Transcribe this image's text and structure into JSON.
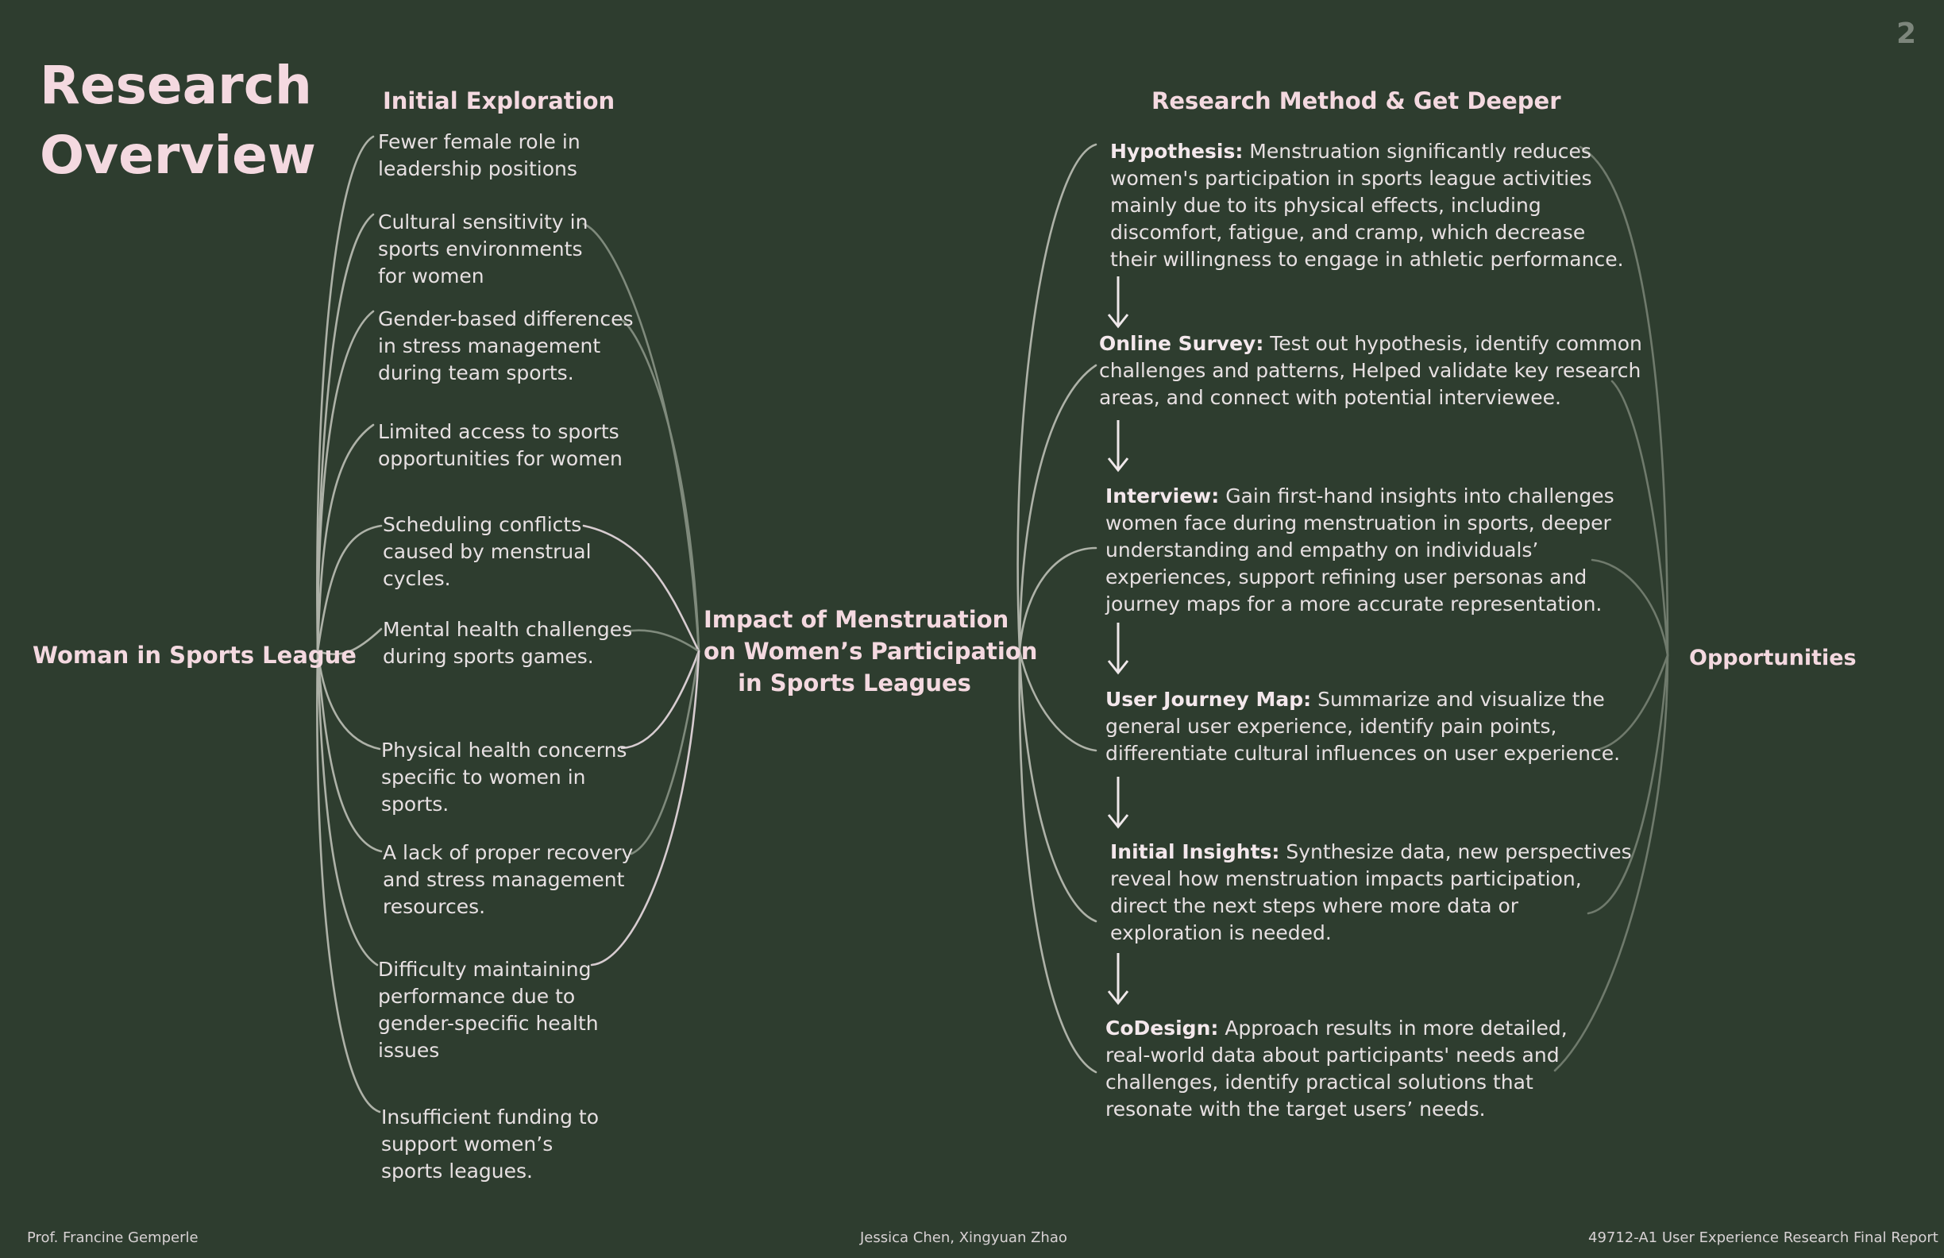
{
  "page_number": "2",
  "title_lines": [
    "Research",
    "Overview"
  ],
  "left_hub": "Woman in Sports League",
  "initial_exploration": {
    "heading": "Initial Exploration",
    "items": [
      {
        "lines": [
          "Fewer female role in",
          "leadership positions"
        ]
      },
      {
        "lines": [
          "Cultural sensitivity in",
          "sports environments",
          "for women"
        ]
      },
      {
        "lines": [
          "Gender-based differences",
          "in stress management",
          "during team sports."
        ]
      },
      {
        "lines": [
          "Limited access to sports",
          "opportunities for women"
        ]
      },
      {
        "lines": [
          "Scheduling conflicts",
          "caused by menstrual",
          "cycles."
        ]
      },
      {
        "lines": [
          "Mental health challenges",
          "during sports games."
        ]
      },
      {
        "lines": [
          "Physical health concerns",
          "specific to women in",
          "sports."
        ]
      },
      {
        "lines": [
          "A lack of proper recovery",
          "and stress management",
          "resources."
        ]
      },
      {
        "lines": [
          "Difficulty maintaining",
          "performance due to",
          "gender-specific health",
          "issues"
        ]
      },
      {
        "lines": [
          "Insufficient funding to",
          "support women’s",
          "sports leagues."
        ]
      }
    ]
  },
  "center_hub": [
    "Impact of Menstruation",
    "on Women’s Participation",
    "in Sports Leagues"
  ],
  "research_method": {
    "heading": "Research Method  & Get Deeper",
    "steps": [
      {
        "label": "Hypothesis:",
        "lines": [
          " Menstruation significantly reduces",
          "women's participation in sports league activities",
          "mainly due to its physical effects, including",
          "discomfort, fatigue, and cramp, which decrease",
          "their willingness to engage in athletic performance."
        ]
      },
      {
        "label": "Online Survey:",
        "lines": [
          " Test out hypothesis, identify common",
          "challenges and patterns, Helped validate key research",
          "areas, and connect with potential interviewee."
        ]
      },
      {
        "label": "Interview:",
        "lines": [
          " Gain first-hand insights into challenges",
          "women face during menstruation in sports, deeper",
          "understanding and empathy on individuals’",
          "experiences,  support refining user personas and",
          "journey maps for a more accurate representation."
        ]
      },
      {
        "label": "User Journey Map:",
        "lines": [
          " Summarize and visualize  the",
          "general user experience, identify pain points,",
          "differentiate cultural influences on user experience."
        ]
      },
      {
        "label": "Initial Insights:",
        "lines": [
          " Synthesize data, new perspectives",
          "reveal how menstruation impacts participation,",
          "direct the next steps where more data or",
          "exploration is needed."
        ]
      },
      {
        "label": "CoDesign:",
        "lines": [
          " Approach results in more  detailed,",
          "real-world data about participants' needs and",
          "challenges, identify practical solutions that",
          "resonate with the target users’ needs."
        ]
      }
    ]
  },
  "right_hub": "Opportunities",
  "footer": {
    "left": "Prof. Francine Gemperle",
    "center": "Jessica Chen, Xingyuan Zhao",
    "right": "49712-A1 User Experience Research Final Report"
  },
  "colors": {
    "background": "#2e3d2f",
    "accent_pink": "#f4d9e0",
    "text": "#e7e0e2",
    "connector_light": "#d7ccd0",
    "connector_dim": "#7f8a7c"
  }
}
